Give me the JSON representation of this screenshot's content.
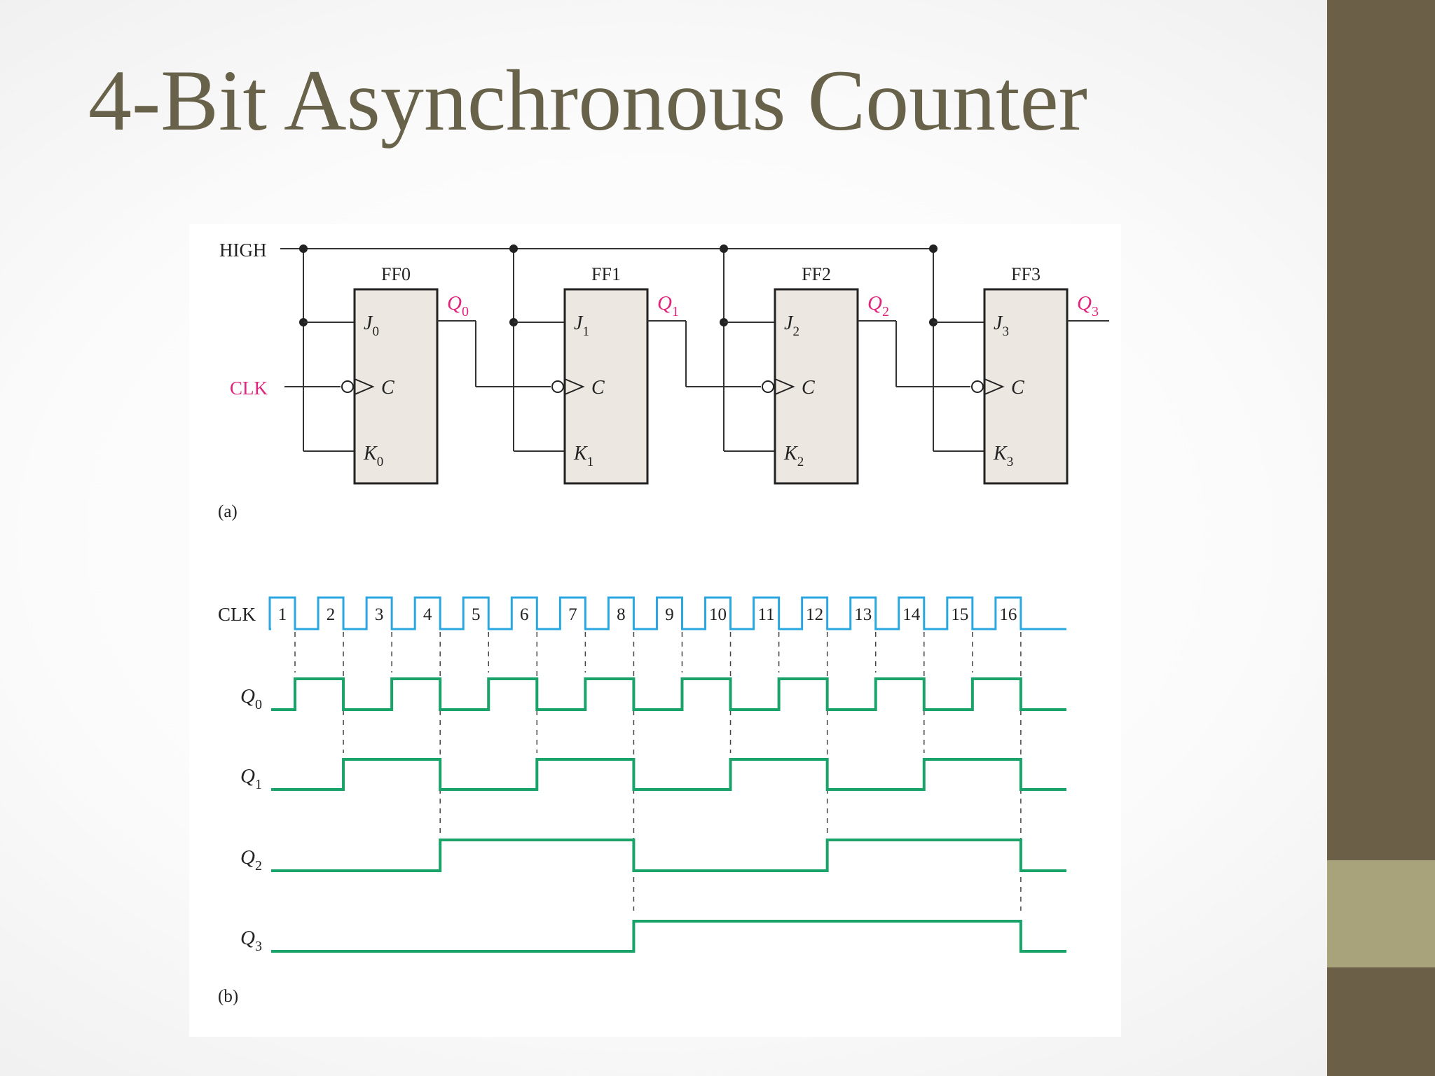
{
  "slide": {
    "title": "4-Bit Asynchronous Counter"
  },
  "colors": {
    "title": "#676249",
    "sidebar": "#6b5f47",
    "sidebar_accent": "#a9a37c",
    "label_magenta": "#e0257c",
    "clock_wave": "#2aa7e0",
    "q_wave": "#1aa369",
    "ff_fill": "#ece7e0"
  },
  "circuit": {
    "high_label": "HIGH",
    "clk_label": "CLK",
    "caption": "(a)",
    "flipflops": [
      {
        "name": "FF0",
        "j": "J",
        "c": "C",
        "k": "K",
        "sub": "0",
        "q": "Q",
        "qsub": "0"
      },
      {
        "name": "FF1",
        "j": "J",
        "c": "C",
        "k": "K",
        "sub": "1",
        "q": "Q",
        "qsub": "1"
      },
      {
        "name": "FF2",
        "j": "J",
        "c": "C",
        "k": "K",
        "sub": "2",
        "q": "Q",
        "qsub": "2"
      },
      {
        "name": "FF3",
        "j": "J",
        "c": "C",
        "k": "K",
        "sub": "3",
        "q": "Q",
        "qsub": "3"
      }
    ]
  },
  "timing": {
    "clk_label": "CLK",
    "pulses": [
      "1",
      "2",
      "3",
      "4",
      "5",
      "6",
      "7",
      "8",
      "9",
      "10",
      "11",
      "12",
      "13",
      "14",
      "15",
      "16"
    ],
    "signals": [
      {
        "label": "Q",
        "sub": "0",
        "values": [
          0,
          1,
          0,
          1,
          0,
          1,
          0,
          1,
          0,
          1,
          0,
          1,
          0,
          1,
          0,
          1,
          0
        ]
      },
      {
        "label": "Q",
        "sub": "1",
        "values": [
          0,
          0,
          1,
          1,
          0,
          0,
          1,
          1,
          0,
          0,
          1,
          1,
          0,
          0,
          1,
          1,
          0
        ]
      },
      {
        "label": "Q",
        "sub": "2",
        "values": [
          0,
          0,
          0,
          0,
          1,
          1,
          1,
          1,
          0,
          0,
          0,
          0,
          1,
          1,
          1,
          1,
          0
        ]
      },
      {
        "label": "Q",
        "sub": "3",
        "values": [
          0,
          0,
          0,
          0,
          0,
          0,
          0,
          0,
          1,
          1,
          1,
          1,
          1,
          1,
          1,
          1,
          0
        ]
      }
    ],
    "caption": "(b)"
  }
}
